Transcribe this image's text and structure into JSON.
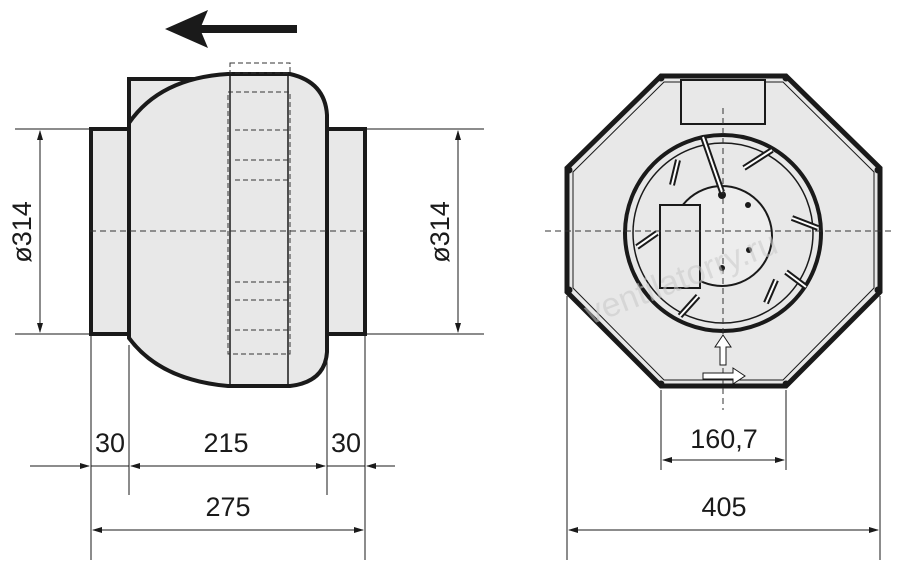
{
  "labels": {
    "side_diameter_left": "ø314",
    "side_diameter_right": "ø314",
    "side_left_collar": "30",
    "side_body": "215",
    "side_right_collar": "30",
    "side_total": "275",
    "front_base_width": "160,7",
    "front_total": "405"
  },
  "watermark": "ventilatorry.ru",
  "colors": {
    "line": "#1a1a1a",
    "fill": "#e8e8e8",
    "background": "#ffffff"
  },
  "icons": {
    "airflow": "left-arrow-icon"
  }
}
